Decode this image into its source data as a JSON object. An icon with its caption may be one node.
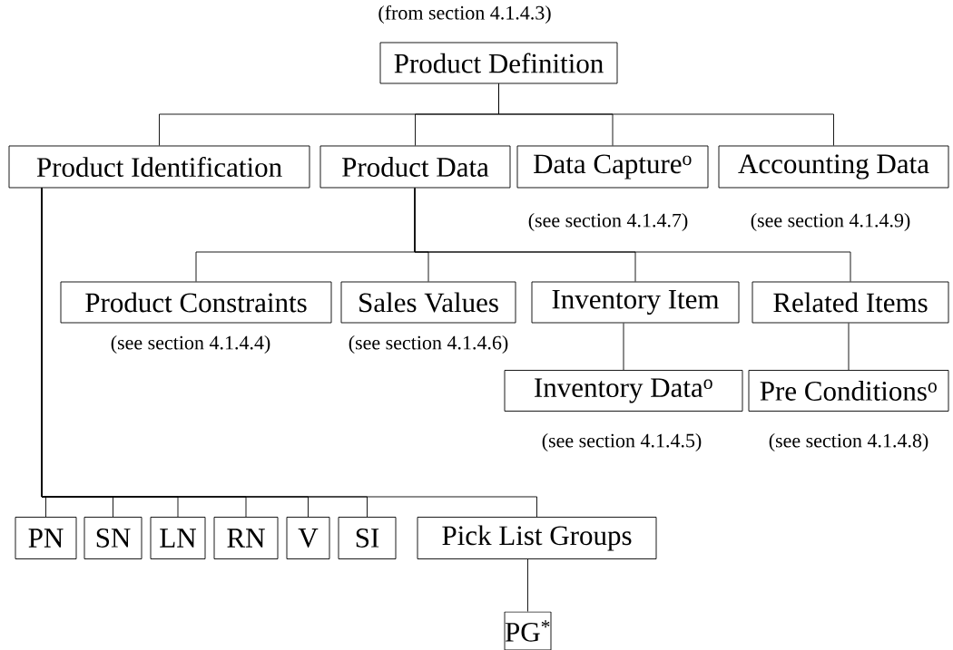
{
  "diagram": {
    "nodes": [
      {
        "text": [
          "Product Definition"
        ],
        "beside": [
          "(from section 4.1.4.3)"
        ]
      },
      {
        "text": [
          "Product Identification"
        ]
      },
      {
        "text": [
          "Product Data"
        ]
      },
      {
        "text": [
          "Data Capture$^{o}$"
        ],
        "beside": [
          "(see section 4.1.4.7)"
        ]
      },
      {
        "text": [
          "Accounting Data"
        ],
        "beside": [
          "(see section 4.1.4.9)"
        ]
      },
      {
        "text": [
          "Product Constraints"
        ],
        "beside": [
          "(see section 4.1.4.4)"
        ]
      },
      {
        "text": [
          "Sales Values"
        ],
        "beside": [
          "(see section 4.1.4.6)"
        ]
      },
      {
        "text": [
          "Inventory Item"
        ]
      },
      {
        "text": [
          "Related Items"
        ]
      },
      {
        "text": [
          "Inventory Data$^{o}$"
        ],
        "beside": [
          "(see section 4.1.4.5)"
        ]
      },
      {
        "text": [
          "Pre Conditions$^{o}$"
        ],
        "beside": [
          "(see section 4.1.4.8)"
        ]
      },
      {
        "text": [
          "PN"
        ]
      },
      {
        "text": [
          "SN"
        ]
      },
      {
        "text": [
          "LN"
        ]
      },
      {
        "text": [
          "RN"
        ]
      },
      {
        "text": [
          "V"
        ]
      },
      {
        "text": [
          "SI"
        ]
      },
      {
        "text": [
          "Pick List Groups"
        ]
      },
      {
        "text": [
          "PG$^{*}$"
        ]
      }
    ],
    "edges": [
      {
        "from": 0,
        "to": 1,
        "arrow": "none"
      },
      {
        "from": 0,
        "to": 2,
        "arrow": "none"
      },
      {
        "from": 0,
        "to": 3,
        "arrow": "none"
      },
      {
        "from": 0,
        "to": 4,
        "arrow": "none"
      },
      {
        "from": 2,
        "to": 5,
        "arrow": "none"
      },
      {
        "from": 2,
        "to": 6,
        "arrow": "none"
      },
      {
        "from": 2,
        "to": 7,
        "arrow": "none"
      },
      {
        "from": 2,
        "to": 8,
        "arrow": "none"
      },
      {
        "from": 7,
        "to": 9,
        "arrow": "none"
      },
      {
        "from": 8,
        "to": 10,
        "arrow": "none"
      },
      {
        "from": 1,
        "to": 11,
        "arrow": "none"
      },
      {
        "from": 1,
        "to": 12,
        "arrow": "none"
      },
      {
        "from": 1,
        "to": 13,
        "arrow": "none"
      },
      {
        "from": 1,
        "to": 14,
        "arrow": "none"
      },
      {
        "from": 1,
        "to": 15,
        "arrow": "none"
      },
      {
        "from": 1,
        "to": 16,
        "arrow": "none"
      },
      {
        "from": 1,
        "to": 17,
        "arrow": "none"
      },
      {
        "from": 17,
        "to": 18,
        "arrow": "none"
      }
    ]
  }
}
